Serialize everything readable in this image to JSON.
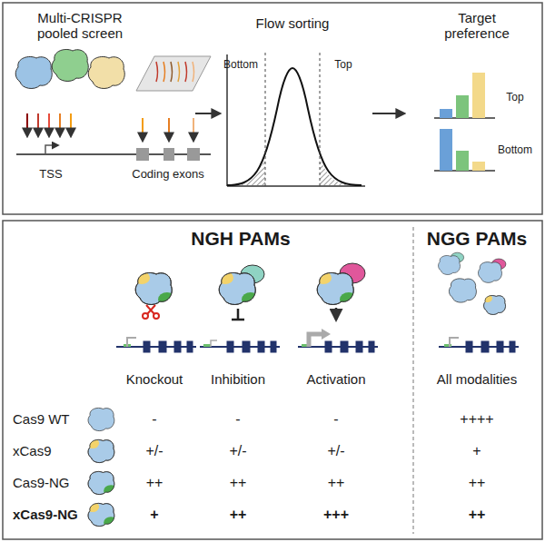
{
  "diagram": {
    "labels": [
      "Multi-CRISPR pooled screen",
      "TSS",
      "Coding exons",
      "Flow sorting",
      "Bottom",
      "Top",
      "Target preference",
      "Top",
      "Bottom",
      "NGH PAMs",
      "NGG PAMs",
      "Knockout",
      "Inhibition",
      "Activation",
      "All modalities",
      "Cas9 WT",
      "-",
      "-",
      "-",
      "++++",
      "xCas9",
      "+/-",
      "+/-",
      "+/-",
      "+",
      "Cas9-NG",
      "++",
      "++",
      "++",
      "++",
      "xCas9-NG",
      "+",
      "++",
      "+++",
      "++"
    ]
  }
}
